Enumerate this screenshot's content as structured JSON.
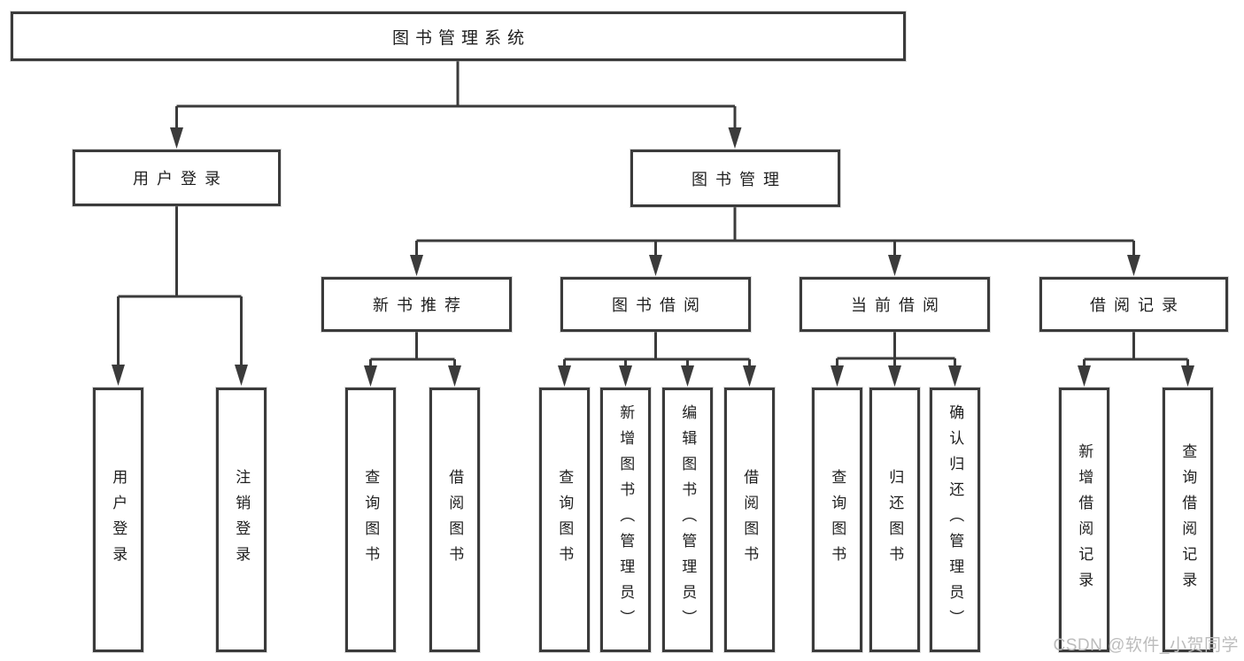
{
  "tree": {
    "root": {
      "label": "图书管理系统"
    },
    "branches": [
      {
        "label": "用户登录",
        "children": [
          {
            "label": "用户登录"
          },
          {
            "label": "注销登录"
          }
        ]
      },
      {
        "label": "图书管理",
        "groups": [
          {
            "label": "新书推荐",
            "children": [
              {
                "label": "查询图书"
              },
              {
                "label": "借阅图书"
              }
            ]
          },
          {
            "label": "图书借阅",
            "children": [
              {
                "label": "查询图书"
              },
              {
                "label": "新增图书（管理员）"
              },
              {
                "label": "编辑图书（管理员）"
              },
              {
                "label": "借阅图书"
              }
            ]
          },
          {
            "label": "当前借阅",
            "children": [
              {
                "label": "查询图书"
              },
              {
                "label": "归还图书"
              },
              {
                "label": "确认归还（管理员）"
              }
            ]
          },
          {
            "label": "借阅记录",
            "children": [
              {
                "label": "新增借阅记录"
              },
              {
                "label": "查询借阅记录"
              }
            ]
          }
        ]
      }
    ]
  },
  "watermark": {
    "text": "CSDN @软件_小贺同学"
  },
  "colors": {
    "line": "#3b3b3b",
    "box_border": "#3b3b3b",
    "text": "#1f1f1f",
    "watermark": "#bcbcbc",
    "background": "#ffffff"
  }
}
